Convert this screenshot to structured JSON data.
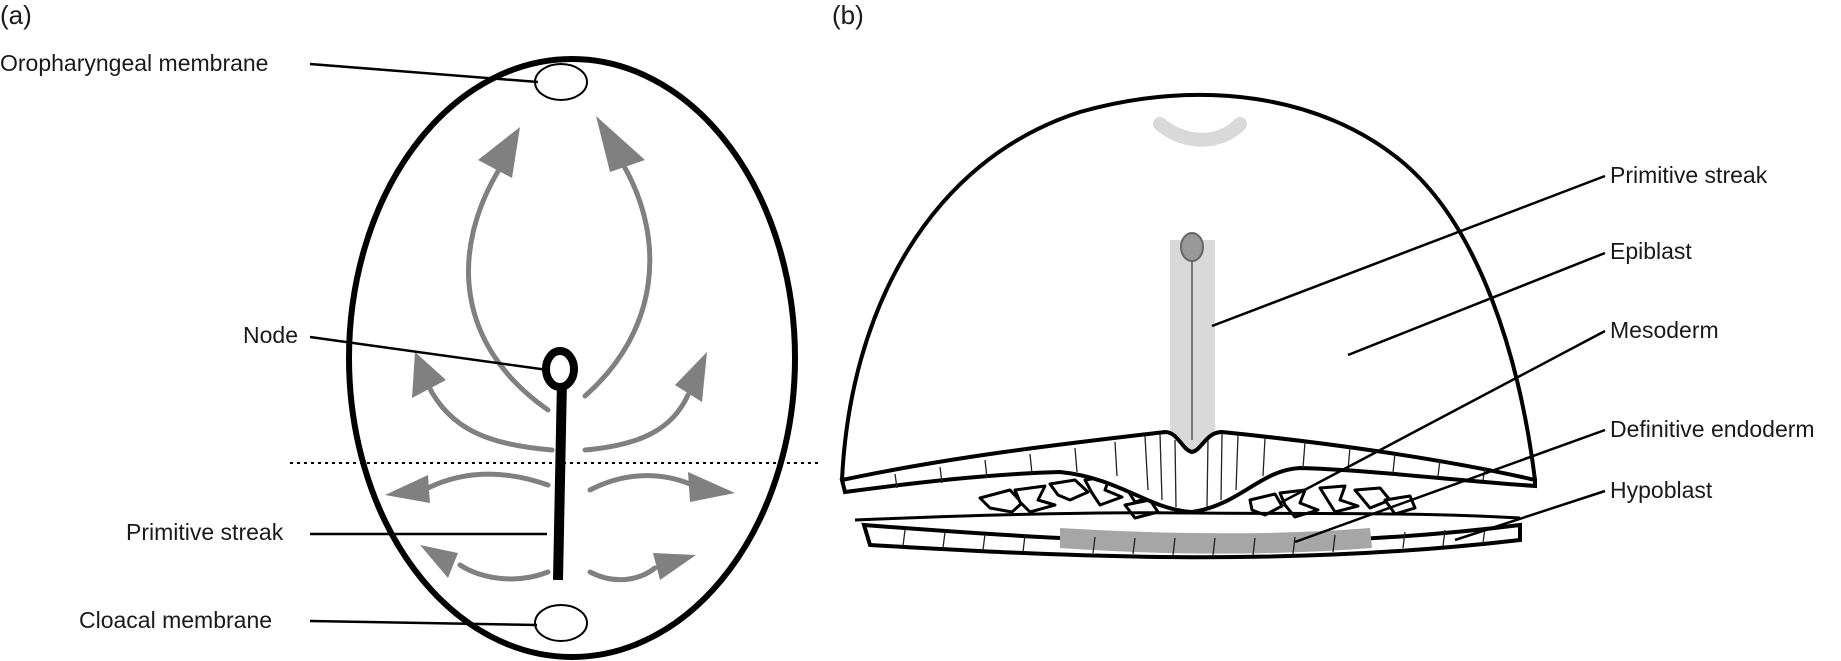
{
  "panels": {
    "a": {
      "tag": "(a)",
      "labels": {
        "oropharyngeal": "Oropharyngeal membrane",
        "node": "Node",
        "streak": "Primitive streak",
        "cloacal": "Cloacal membrane"
      }
    },
    "b": {
      "tag": "(b)",
      "labels": {
        "streak": "Primitive streak",
        "epiblast": "Epiblast",
        "mesoderm": "Mesoderm",
        "endoderm": "Definitive endoderm",
        "hypoblast": "Hypoblast"
      }
    }
  },
  "colors": {
    "outline": "#000000",
    "arrow_gray": "#808080",
    "streak_glow": "#d9d9d9",
    "endoderm_fill": "#a6a6a6"
  }
}
